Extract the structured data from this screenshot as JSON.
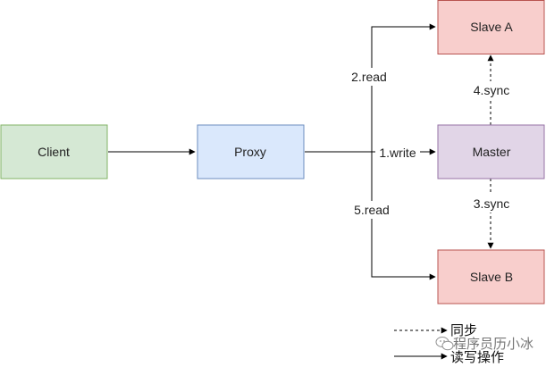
{
  "colors": {
    "client_fill": "#d5e8d4",
    "client_stroke": "#82b366",
    "proxy_fill": "#dae8fc",
    "proxy_stroke": "#6c8ebf",
    "master_fill": "#e1d5e7",
    "master_stroke": "#9673a6",
    "slave_fill": "#f8cecc",
    "slave_stroke": "#b85450",
    "edge": "#000000"
  },
  "nodes": {
    "client": "Client",
    "proxy": "Proxy",
    "master": "Master",
    "slave_a": "Slave A",
    "slave_b": "Slave B"
  },
  "edges": {
    "write": "1.write",
    "read_a": "2.read",
    "sync_b": "3.sync",
    "sync_a": "4.sync",
    "read_b": "5.read"
  },
  "legend": {
    "dashed": "同步",
    "solid": "读写操作"
  },
  "watermark": "程序员历小冰"
}
